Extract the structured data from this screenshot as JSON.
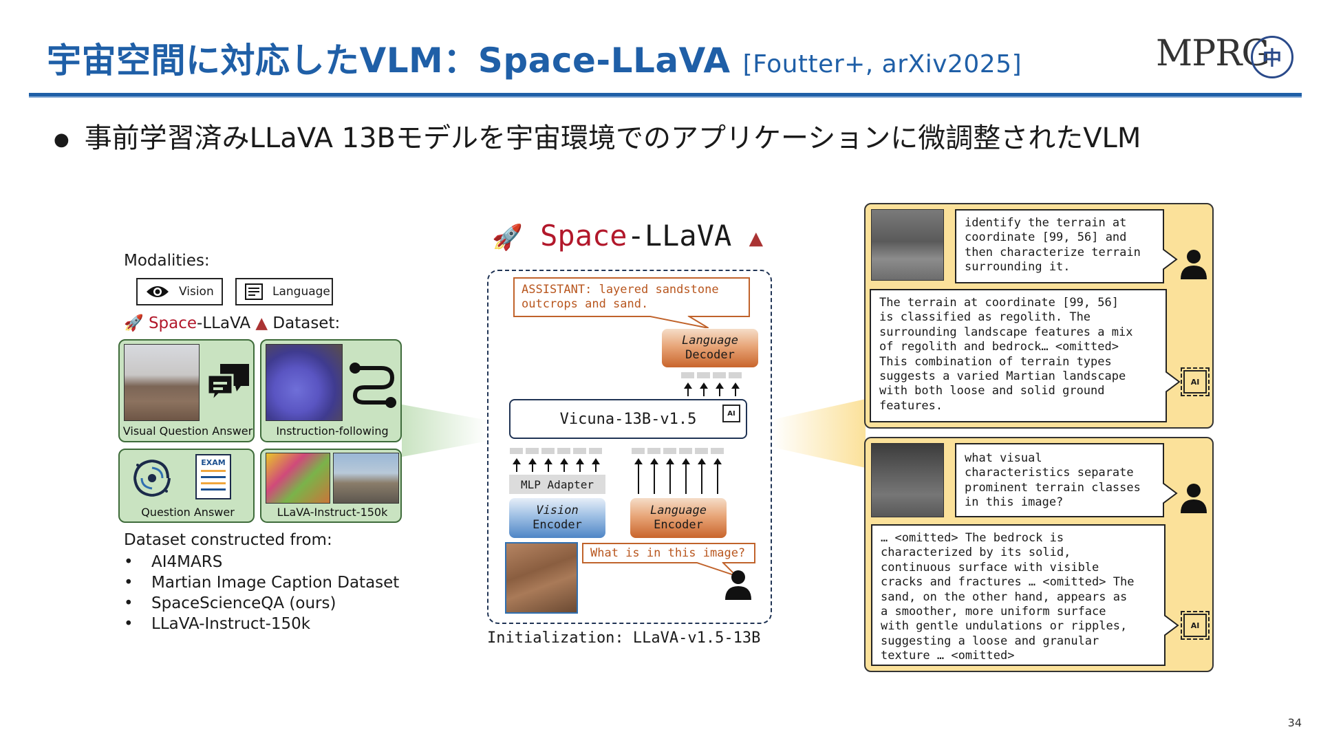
{
  "header": {
    "title": "宇宙空間に対応したVLM：Space-LLaVA",
    "citation": "[Foutter+, arXiv2025]",
    "logo_text": "MPRG",
    "seal_glyph": "中"
  },
  "bullet": "事前学習済みLLaVA 13Bモデルを宇宙環境でのアプリケーションに微調整されたVLM",
  "left": {
    "modalities_label": "Modalities:",
    "vision_label": "Vision",
    "language_label": "Language",
    "dataset_prefix_space": "Space",
    "dataset_prefix_rest": "-LLaVA",
    "dataset_label": "Dataset:",
    "datasets": {
      "vqa": "Visual Question Answer",
      "instruction": "Instruction-following",
      "qa": "Question Answer",
      "llava150k": "LLaVA-Instruct-150k",
      "exam_text": "EXAM"
    },
    "constructed_label": "Dataset constructed from:",
    "constructed_from": [
      "AI4MARS",
      "Martian Image Caption Dataset",
      "SpaceScienceQA (ours)",
      "LLaVA-Instruct-150k"
    ]
  },
  "center": {
    "title_space": "Space",
    "title_rest": "-LLaVA",
    "assistant_text": "ASSISTANT: layered sandstone outcrops and sand.",
    "decoder_line1": "Language",
    "decoder_line2": "Decoder",
    "llm_label": "Vicuna-13B-v1.5",
    "mlp_label": "MLP Adapter",
    "vision_enc_line1": "Vision",
    "vision_enc_line2": "Encoder",
    "lang_enc_line1": "Language",
    "lang_enc_line2": "Encoder",
    "question": "What is in this image?",
    "init_label": "Initialization: LLaVA-v1.5-13B",
    "chip_label": "AI"
  },
  "right": {
    "q1": "identify the terrain at\ncoordinate [99, 56] and\nthen characterize terrain\nsurrounding it.",
    "a1": "The terrain at coordinate [99, 56]\nis classified as regolith. The\nsurrounding landscape features a mix\nof regolith and bedrock… <omitted>\nThis combination of terrain types\nsuggests a varied Martian landscape\nwith both loose and solid ground\nfeatures.",
    "q2": "what visual\ncharacteristics separate\nprominent terrain classes\nin this image?",
    "a2": "… <omitted> The bedrock is\ncharacterized by its solid,\ncontinuous surface with visible\ncracks and fractures … <omitted> The\nsand, on the other hand, appears as\na smoother, more uniform surface\nwith gentle undulations or ripples,\nsuggesting a loose and granular\ntexture … <omitted>",
    "chip_label": "AI"
  },
  "page_number": "34",
  "colors": {
    "title_blue": "#1f5fa7",
    "space_red": "#b2182b",
    "dataset_green": "#c9e3c1",
    "card_yellow": "#fbe19a",
    "decoder_orange": "#d98a52",
    "vision_blue": "#6c9ad3"
  }
}
